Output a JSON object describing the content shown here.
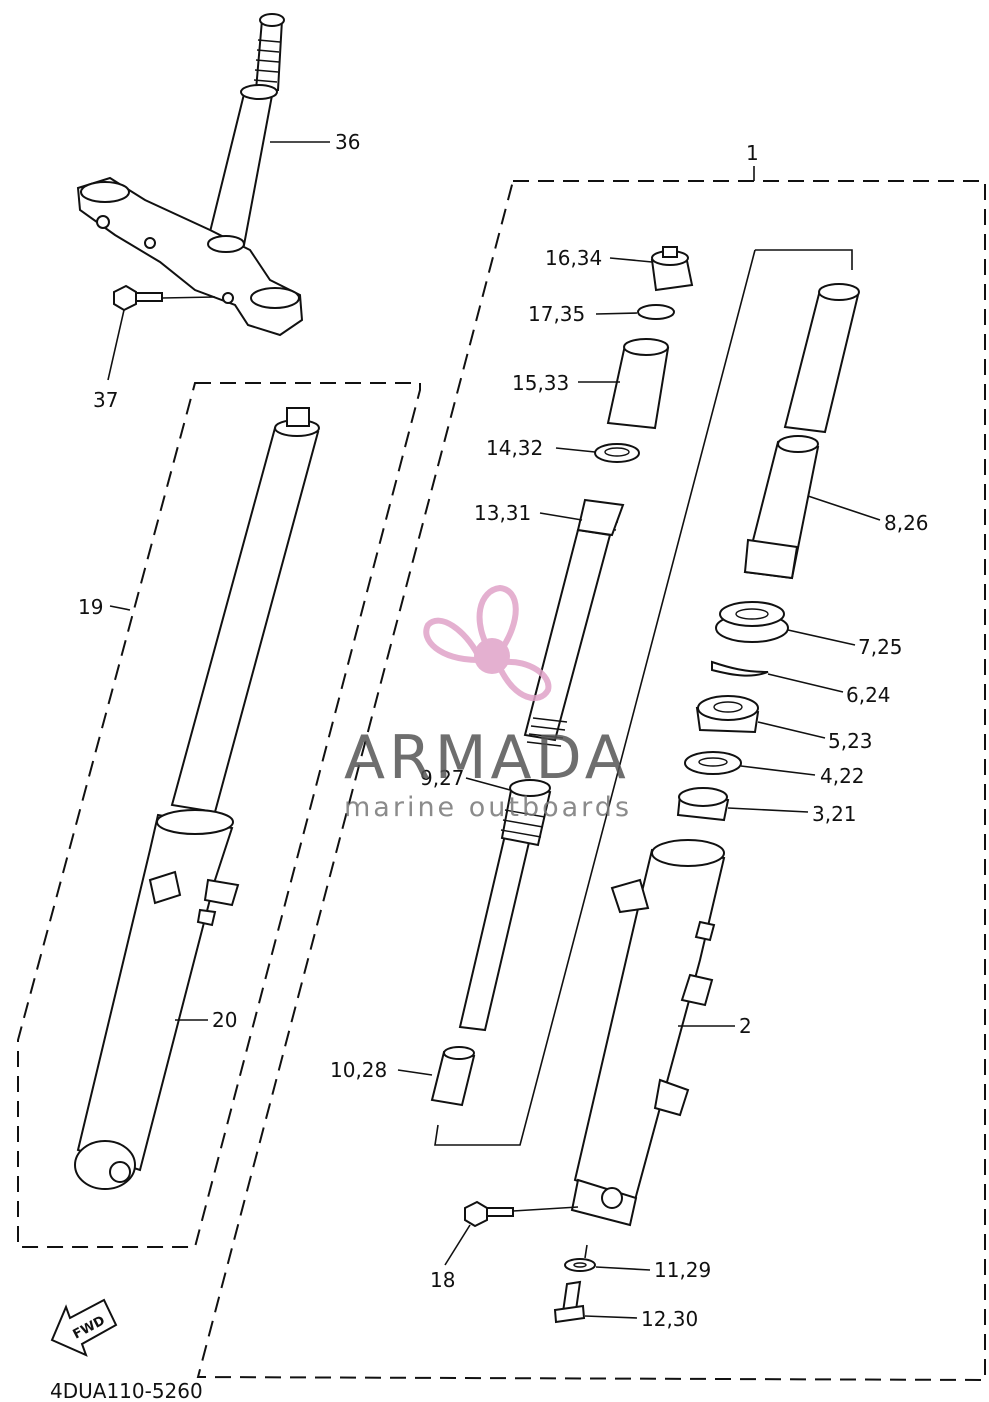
{
  "watermark": {
    "brand": "ARMADA",
    "tagline": "marine outboards",
    "brand_color": "#555555",
    "logo_color": "#e0a3c8"
  },
  "diagram_code": "4DUA110-5260",
  "fwd_label": "FWD",
  "callouts": {
    "c1": "1",
    "c2": "2",
    "c3_21": "3,21",
    "c4_22": "4,22",
    "c5_23": "5,23",
    "c6_24": "6,24",
    "c7_25": "7,25",
    "c8_26": "8,26",
    "c9_27": "9,27",
    "c10_28": "10,28",
    "c11_29": "11,29",
    "c12_30": "12,30",
    "c13_31": "13,31",
    "c14_32": "14,32",
    "c15_33": "15,33",
    "c16_34": "16,34",
    "c17_35": "17,35",
    "c18": "18",
    "c19": "19",
    "c20": "20",
    "c36": "36",
    "c37": "37"
  }
}
